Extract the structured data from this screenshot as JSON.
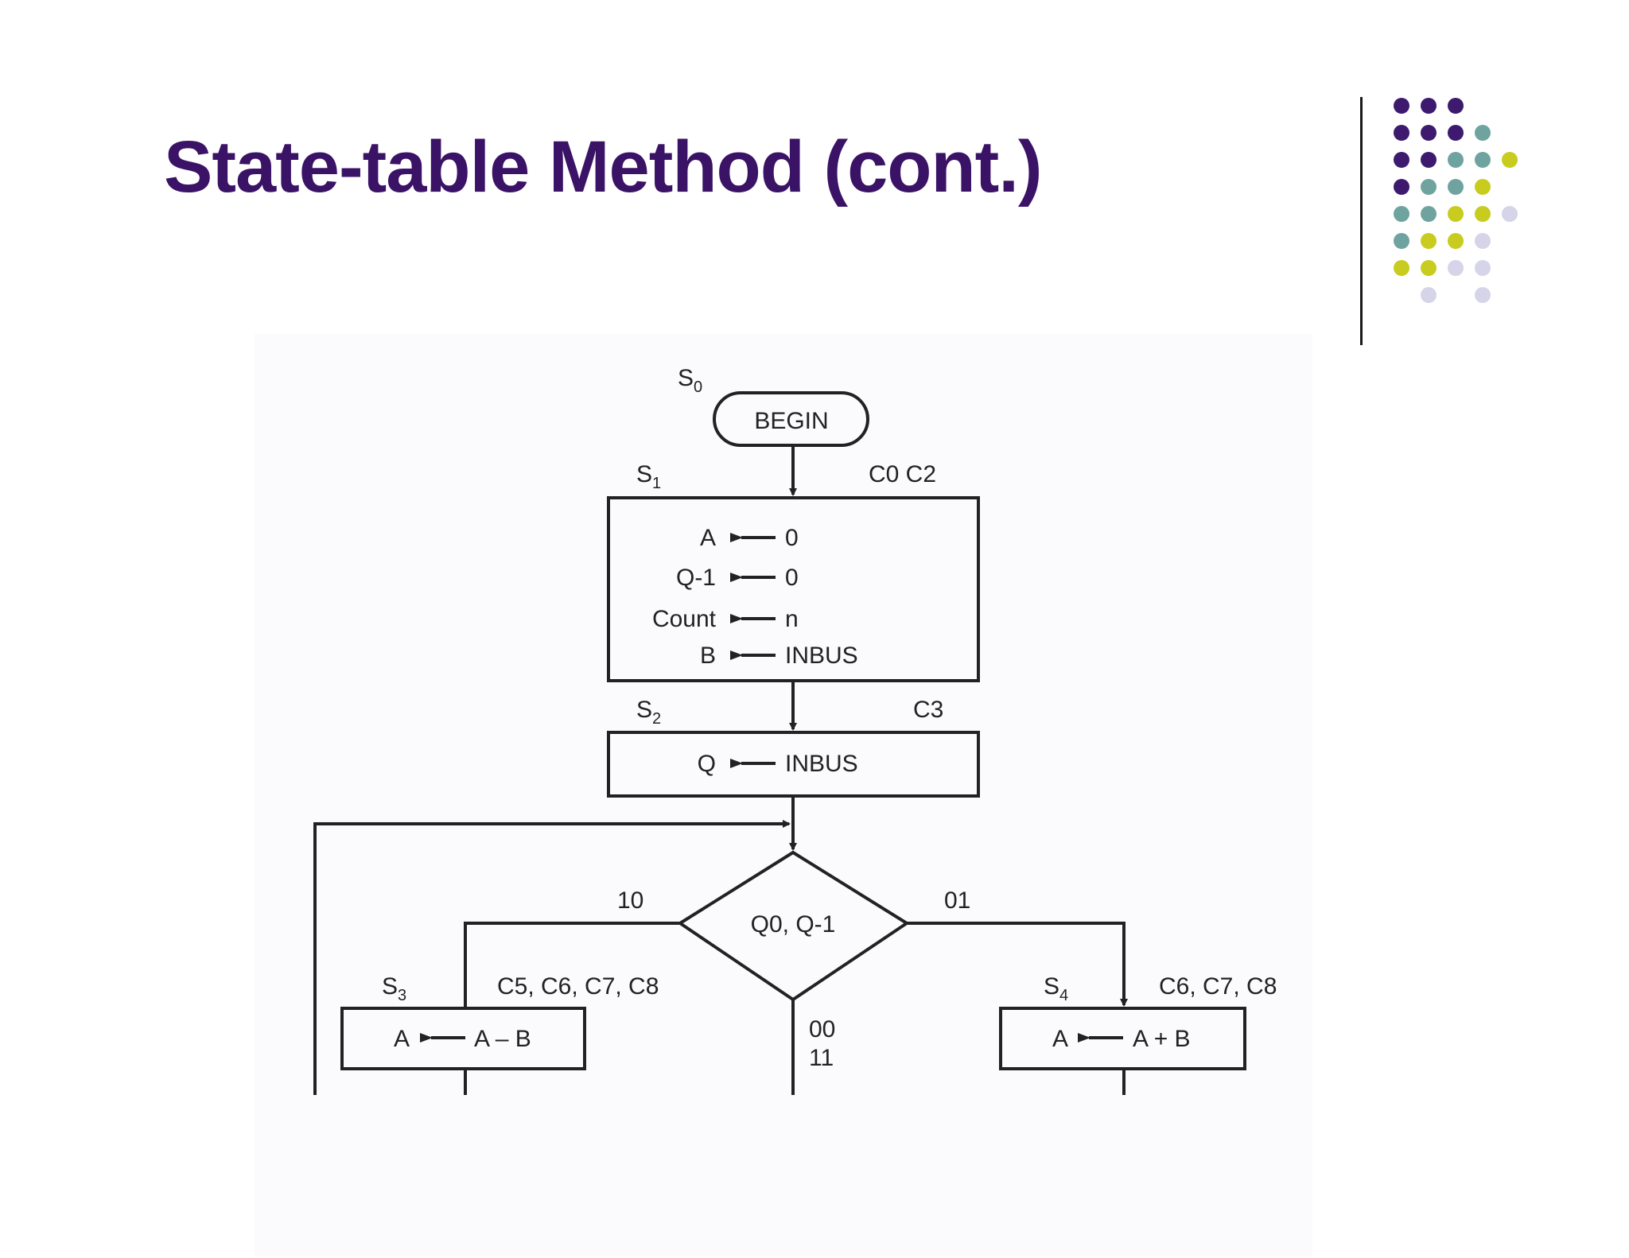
{
  "slide": {
    "title": "State-table Method (cont.)"
  },
  "colors": {
    "title": "#3a1266",
    "dot_purple": "#3d1a6e",
    "dot_teal": "#6fa39f",
    "dot_lime": "#c8cc1e",
    "dot_lavender": "#d6d4e8"
  },
  "flowchart": {
    "states": {
      "s0": {
        "letter": "S",
        "sub": "0"
      },
      "s1": {
        "letter": "S",
        "sub": "1"
      },
      "s2": {
        "letter": "S",
        "sub": "2"
      },
      "s3": {
        "letter": "S",
        "sub": "3"
      },
      "s4": {
        "letter": "S",
        "sub": "4"
      }
    },
    "begin_label": "BEGIN",
    "controls": {
      "s1": "C0 C2",
      "s2": "C3",
      "s3": "C5, C6, C7, C8",
      "s4": "C6, C7, C8"
    },
    "init_box": {
      "row1": {
        "lhs": "A",
        "rhs": "0"
      },
      "row2": {
        "lhs": "Q-1",
        "rhs": "0"
      },
      "row3": {
        "lhs": "Count",
        "rhs": "n"
      },
      "row4": {
        "lhs": "B",
        "rhs": "INBUS"
      }
    },
    "load_box": {
      "lhs": "Q",
      "rhs": "INBUS"
    },
    "decision": {
      "label": "Q0, Q-1"
    },
    "branches": {
      "left": "10",
      "right": "01",
      "down_1": "00",
      "down_2": "11"
    },
    "sub_box": {
      "lhs": "A",
      "rhs": "A – B"
    },
    "add_box": {
      "lhs": "A",
      "rhs": "A + B"
    }
  }
}
